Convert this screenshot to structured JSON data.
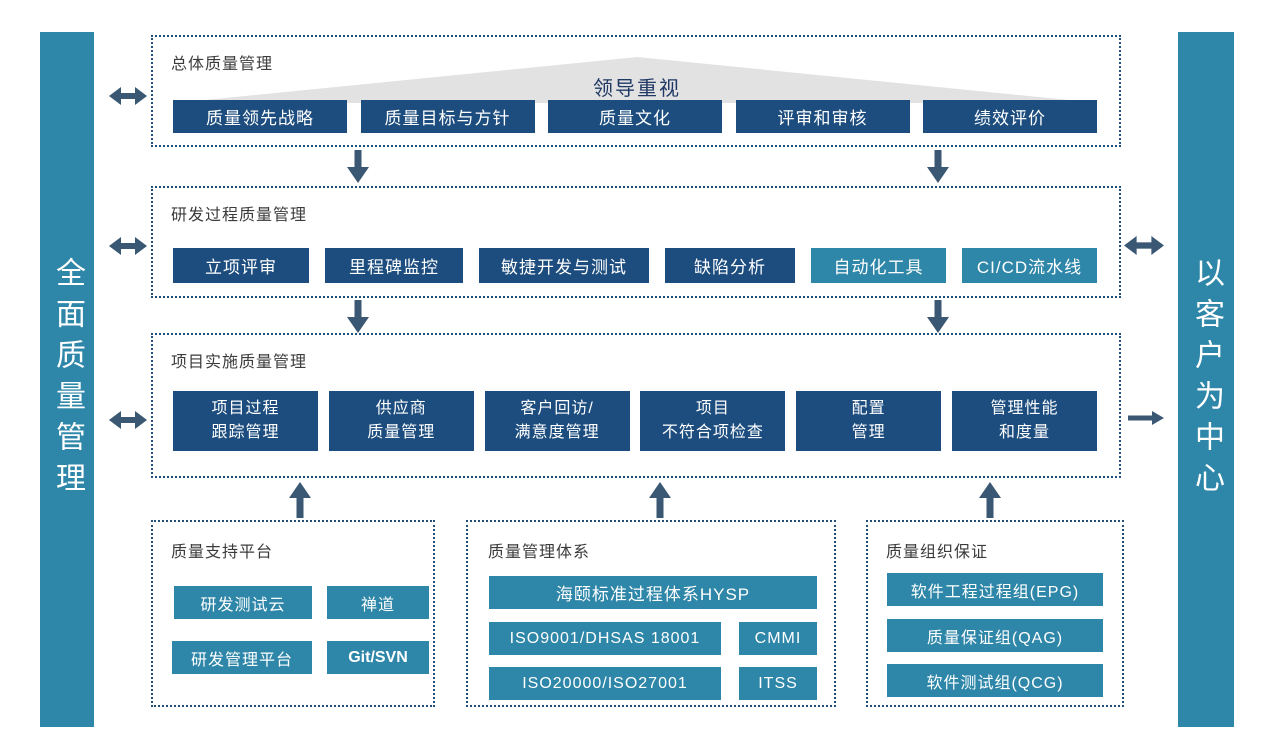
{
  "colors": {
    "navy": "#1c4d7e",
    "teal": "#2e86a8",
    "arrow": "#3a5773",
    "dotted_border": "#1f4e79",
    "triangle_gray": "#e2e2e2",
    "triangle_text": "#1f3864",
    "title_text": "#3b3b3b"
  },
  "left_bar": {
    "label": "全面质量管理"
  },
  "right_bar": {
    "label": "以客户为中心"
  },
  "overall": {
    "title": "总体质量管理",
    "banner": "领导重视",
    "items": [
      "质量领先战略",
      "质量目标与方针",
      "质量文化",
      "评审和审核",
      "绩效评价"
    ]
  },
  "rd": {
    "title": "研发过程质量管理",
    "items": [
      "立项评审",
      "里程碑监控",
      "敏捷开发与测试",
      "缺陷分析",
      "自动化工具",
      "CI/CD流水线"
    ]
  },
  "project": {
    "title": "项目实施质量管理",
    "items": [
      "项目过程\n跟踪管理",
      "供应商\n质量管理",
      "客户回访/\n满意度管理",
      "项目\n不符合项检查",
      "配置\n管理",
      "管理性能\n和度量"
    ]
  },
  "support": {
    "title": "质量支持平台",
    "items": [
      "研发测试云",
      "禅道",
      "研发管理平台",
      "Git/SVN"
    ]
  },
  "system": {
    "title": "质量管理体系",
    "wide_item": "海颐标准过程体系HYSP",
    "items": [
      "ISO9001/DHSAS 18001",
      "CMMI",
      "ISO20000/ISO27001",
      "ITSS"
    ]
  },
  "org": {
    "title": "质量组织保证",
    "items": [
      "软件工程过程组(EPG)",
      "质量保证组(QAG)",
      "软件测试组(QCG)"
    ]
  }
}
